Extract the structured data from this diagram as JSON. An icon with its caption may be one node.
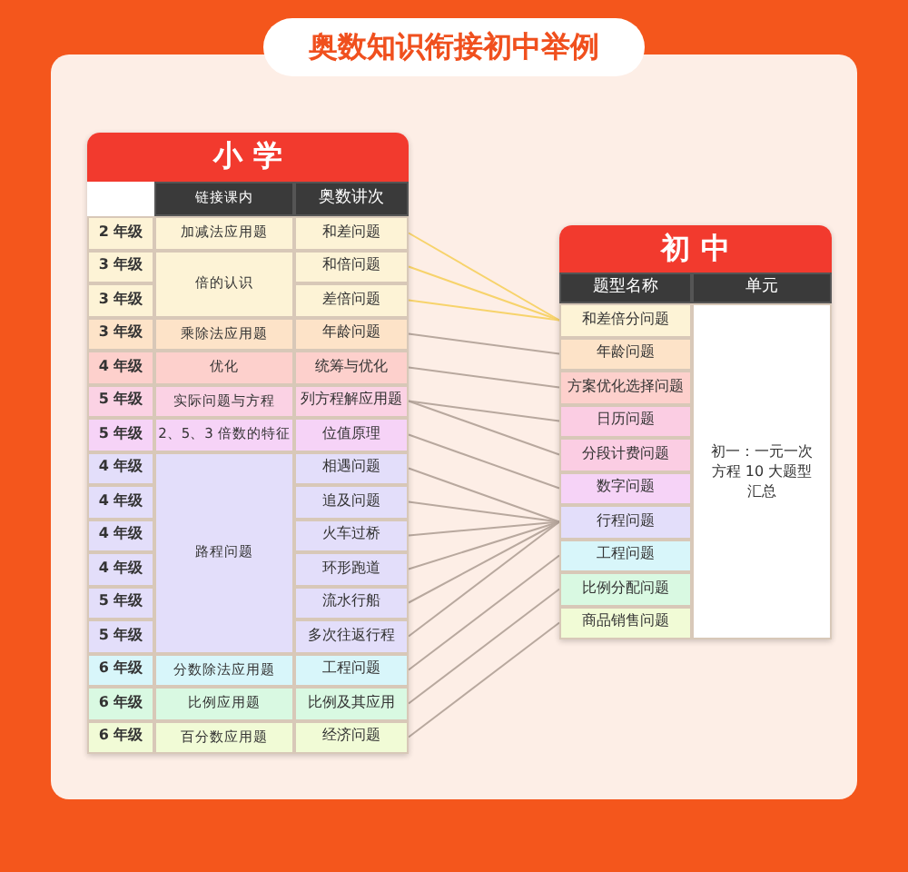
{
  "diagram": {
    "title": "奥数知识衔接初中举例",
    "nodes": [
      {
        "text": [
          "小 学"
        ]
      },
      {
        "text": [
          "和差问题"
        ],
        "in": 0
      },
      {
        "text": [
          "和倍问题"
        ],
        "in": 0
      },
      {
        "text": [
          "差倍问题"
        ],
        "in": 0
      },
      {
        "text": [
          "年龄问题"
        ],
        "in": 0
      },
      {
        "text": [
          "统筹与优化"
        ],
        "in": 0
      },
      {
        "text": [
          "列方程解应用题"
        ],
        "in": 0
      },
      {
        "text": [
          "位值原理"
        ],
        "in": 0
      },
      {
        "text": [
          "相遇问题"
        ],
        "in": 0
      },
      {
        "text": [
          "追及问题"
        ],
        "in": 0
      },
      {
        "text": [
          "火车过桥"
        ],
        "in": 0
      },
      {
        "text": [
          "环形跑道"
        ],
        "in": 0
      },
      {
        "text": [
          "流水行船"
        ],
        "in": 0
      },
      {
        "text": [
          "多次往返行程"
        ],
        "in": 0
      },
      {
        "text": [
          "工程问题"
        ],
        "in": 0
      },
      {
        "text": [
          "比例及其应用"
        ],
        "in": 0
      },
      {
        "text": [
          "经济问题"
        ],
        "in": 0
      },
      {
        "text": [
          "初 中"
        ]
      },
      {
        "text": [
          "和差倍分问题"
        ],
        "in": 17
      },
      {
        "text": [
          "年龄问题"
        ],
        "in": 17
      },
      {
        "text": [
          "方案优化选择问题"
        ],
        "in": 17
      },
      {
        "text": [
          "日历问题"
        ],
        "in": 17
      },
      {
        "text": [
          "分段计费问题"
        ],
        "in": 17
      },
      {
        "text": [
          "数字问题"
        ],
        "in": 17
      },
      {
        "text": [
          "行程问题"
        ],
        "in": 17
      },
      {
        "text": [
          "工程问题"
        ],
        "in": 17
      },
      {
        "text": [
          "比例分配问题"
        ],
        "in": 17
      },
      {
        "text": [
          "商品销售问题"
        ],
        "in": 17
      }
    ],
    "edges": [
      {
        "from": 1,
        "to": 18,
        "arrow": "none",
        "color": "#f7d36b"
      },
      {
        "from": 2,
        "to": 18,
        "arrow": "none",
        "color": "#f7d36b"
      },
      {
        "from": 3,
        "to": 18,
        "arrow": "none",
        "color": "#f7d36b"
      },
      {
        "from": 4,
        "to": 19,
        "arrow": "none"
      },
      {
        "from": 5,
        "to": 20,
        "arrow": "none"
      },
      {
        "from": 6,
        "to": 21,
        "arrow": "none"
      },
      {
        "from": 6,
        "to": 22,
        "arrow": "none"
      },
      {
        "from": 7,
        "to": 23,
        "arrow": "none"
      },
      {
        "from": 8,
        "to": 24,
        "arrow": "none"
      },
      {
        "from": 9,
        "to": 24,
        "arrow": "none"
      },
      {
        "from": 10,
        "to": 24,
        "arrow": "none"
      },
      {
        "from": 11,
        "to": 24,
        "arrow": "none"
      },
      {
        "from": 12,
        "to": 24,
        "arrow": "none"
      },
      {
        "from": 13,
        "to": 24,
        "arrow": "none"
      },
      {
        "from": 14,
        "to": 25,
        "arrow": "none"
      },
      {
        "from": 15,
        "to": 26,
        "arrow": "none"
      },
      {
        "from": 16,
        "to": 27,
        "arrow": "none"
      }
    ],
    "labels": [
      "链接课内",
      "奥数讲次",
      "2 年级",
      "加减法应用题",
      "3 年级",
      "倍的认识",
      "3 年级",
      "3 年级",
      "乘除法应用题",
      "4 年级",
      "优化",
      "5 年级",
      "实际问题与方程",
      "5 年级",
      "2、5、3 倍数的特征",
      "4 年级",
      "路程问题",
      "4 年级",
      "4 年级",
      "4 年级",
      "5 年级",
      "5 年级",
      "6 年级",
      "分数除法应用题",
      "6 年级",
      "比例应用题",
      "6 年级",
      "百分数应用题",
      "题型名称",
      "单元",
      "初一：一元一次方程 10 大题型汇总"
    ]
  }
}
